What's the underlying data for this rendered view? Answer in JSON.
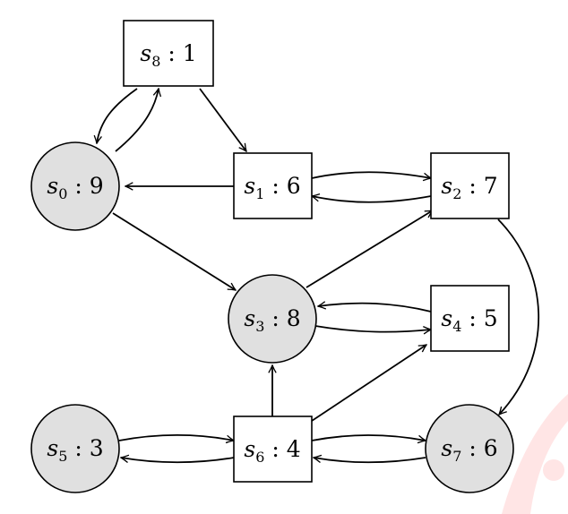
{
  "diagram": {
    "nodes": [
      {
        "id": "s8",
        "var": "s",
        "sub": "8",
        "val": "1",
        "shape": "box"
      },
      {
        "id": "s0",
        "var": "s",
        "sub": "0",
        "val": "9",
        "shape": "circle"
      },
      {
        "id": "s1",
        "var": "s",
        "sub": "1",
        "val": "6",
        "shape": "box"
      },
      {
        "id": "s2",
        "var": "s",
        "sub": "2",
        "val": "7",
        "shape": "box"
      },
      {
        "id": "s3",
        "var": "s",
        "sub": "3",
        "val": "8",
        "shape": "circle"
      },
      {
        "id": "s4",
        "var": "s",
        "sub": "4",
        "val": "5",
        "shape": "box"
      },
      {
        "id": "s5",
        "var": "s",
        "sub": "5",
        "val": "3",
        "shape": "circle"
      },
      {
        "id": "s6",
        "var": "s",
        "sub": "6",
        "val": "4",
        "shape": "box"
      },
      {
        "id": "s7",
        "var": "s",
        "sub": "7",
        "val": "6",
        "shape": "circle"
      }
    ],
    "edges": [
      {
        "from": "s8",
        "to": "s0"
      },
      {
        "from": "s0",
        "to": "s8"
      },
      {
        "from": "s8",
        "to": "s1"
      },
      {
        "from": "s1",
        "to": "s0"
      },
      {
        "from": "s1",
        "to": "s2"
      },
      {
        "from": "s2",
        "to": "s1"
      },
      {
        "from": "s0",
        "to": "s3"
      },
      {
        "from": "s3",
        "to": "s2"
      },
      {
        "from": "s4",
        "to": "s3"
      },
      {
        "from": "s3",
        "to": "s4"
      },
      {
        "from": "s2",
        "to": "s7"
      },
      {
        "from": "s6",
        "to": "s3"
      },
      {
        "from": "s6",
        "to": "s4"
      },
      {
        "from": "s5",
        "to": "s6"
      },
      {
        "from": "s6",
        "to": "s5"
      },
      {
        "from": "s6",
        "to": "s7"
      },
      {
        "from": "s7",
        "to": "s6"
      }
    ],
    "colors": {
      "circle_fill": "#e0e0e0",
      "box_fill": "#ffffff",
      "stroke": "#000000",
      "watermark": "#ff0000"
    }
  }
}
